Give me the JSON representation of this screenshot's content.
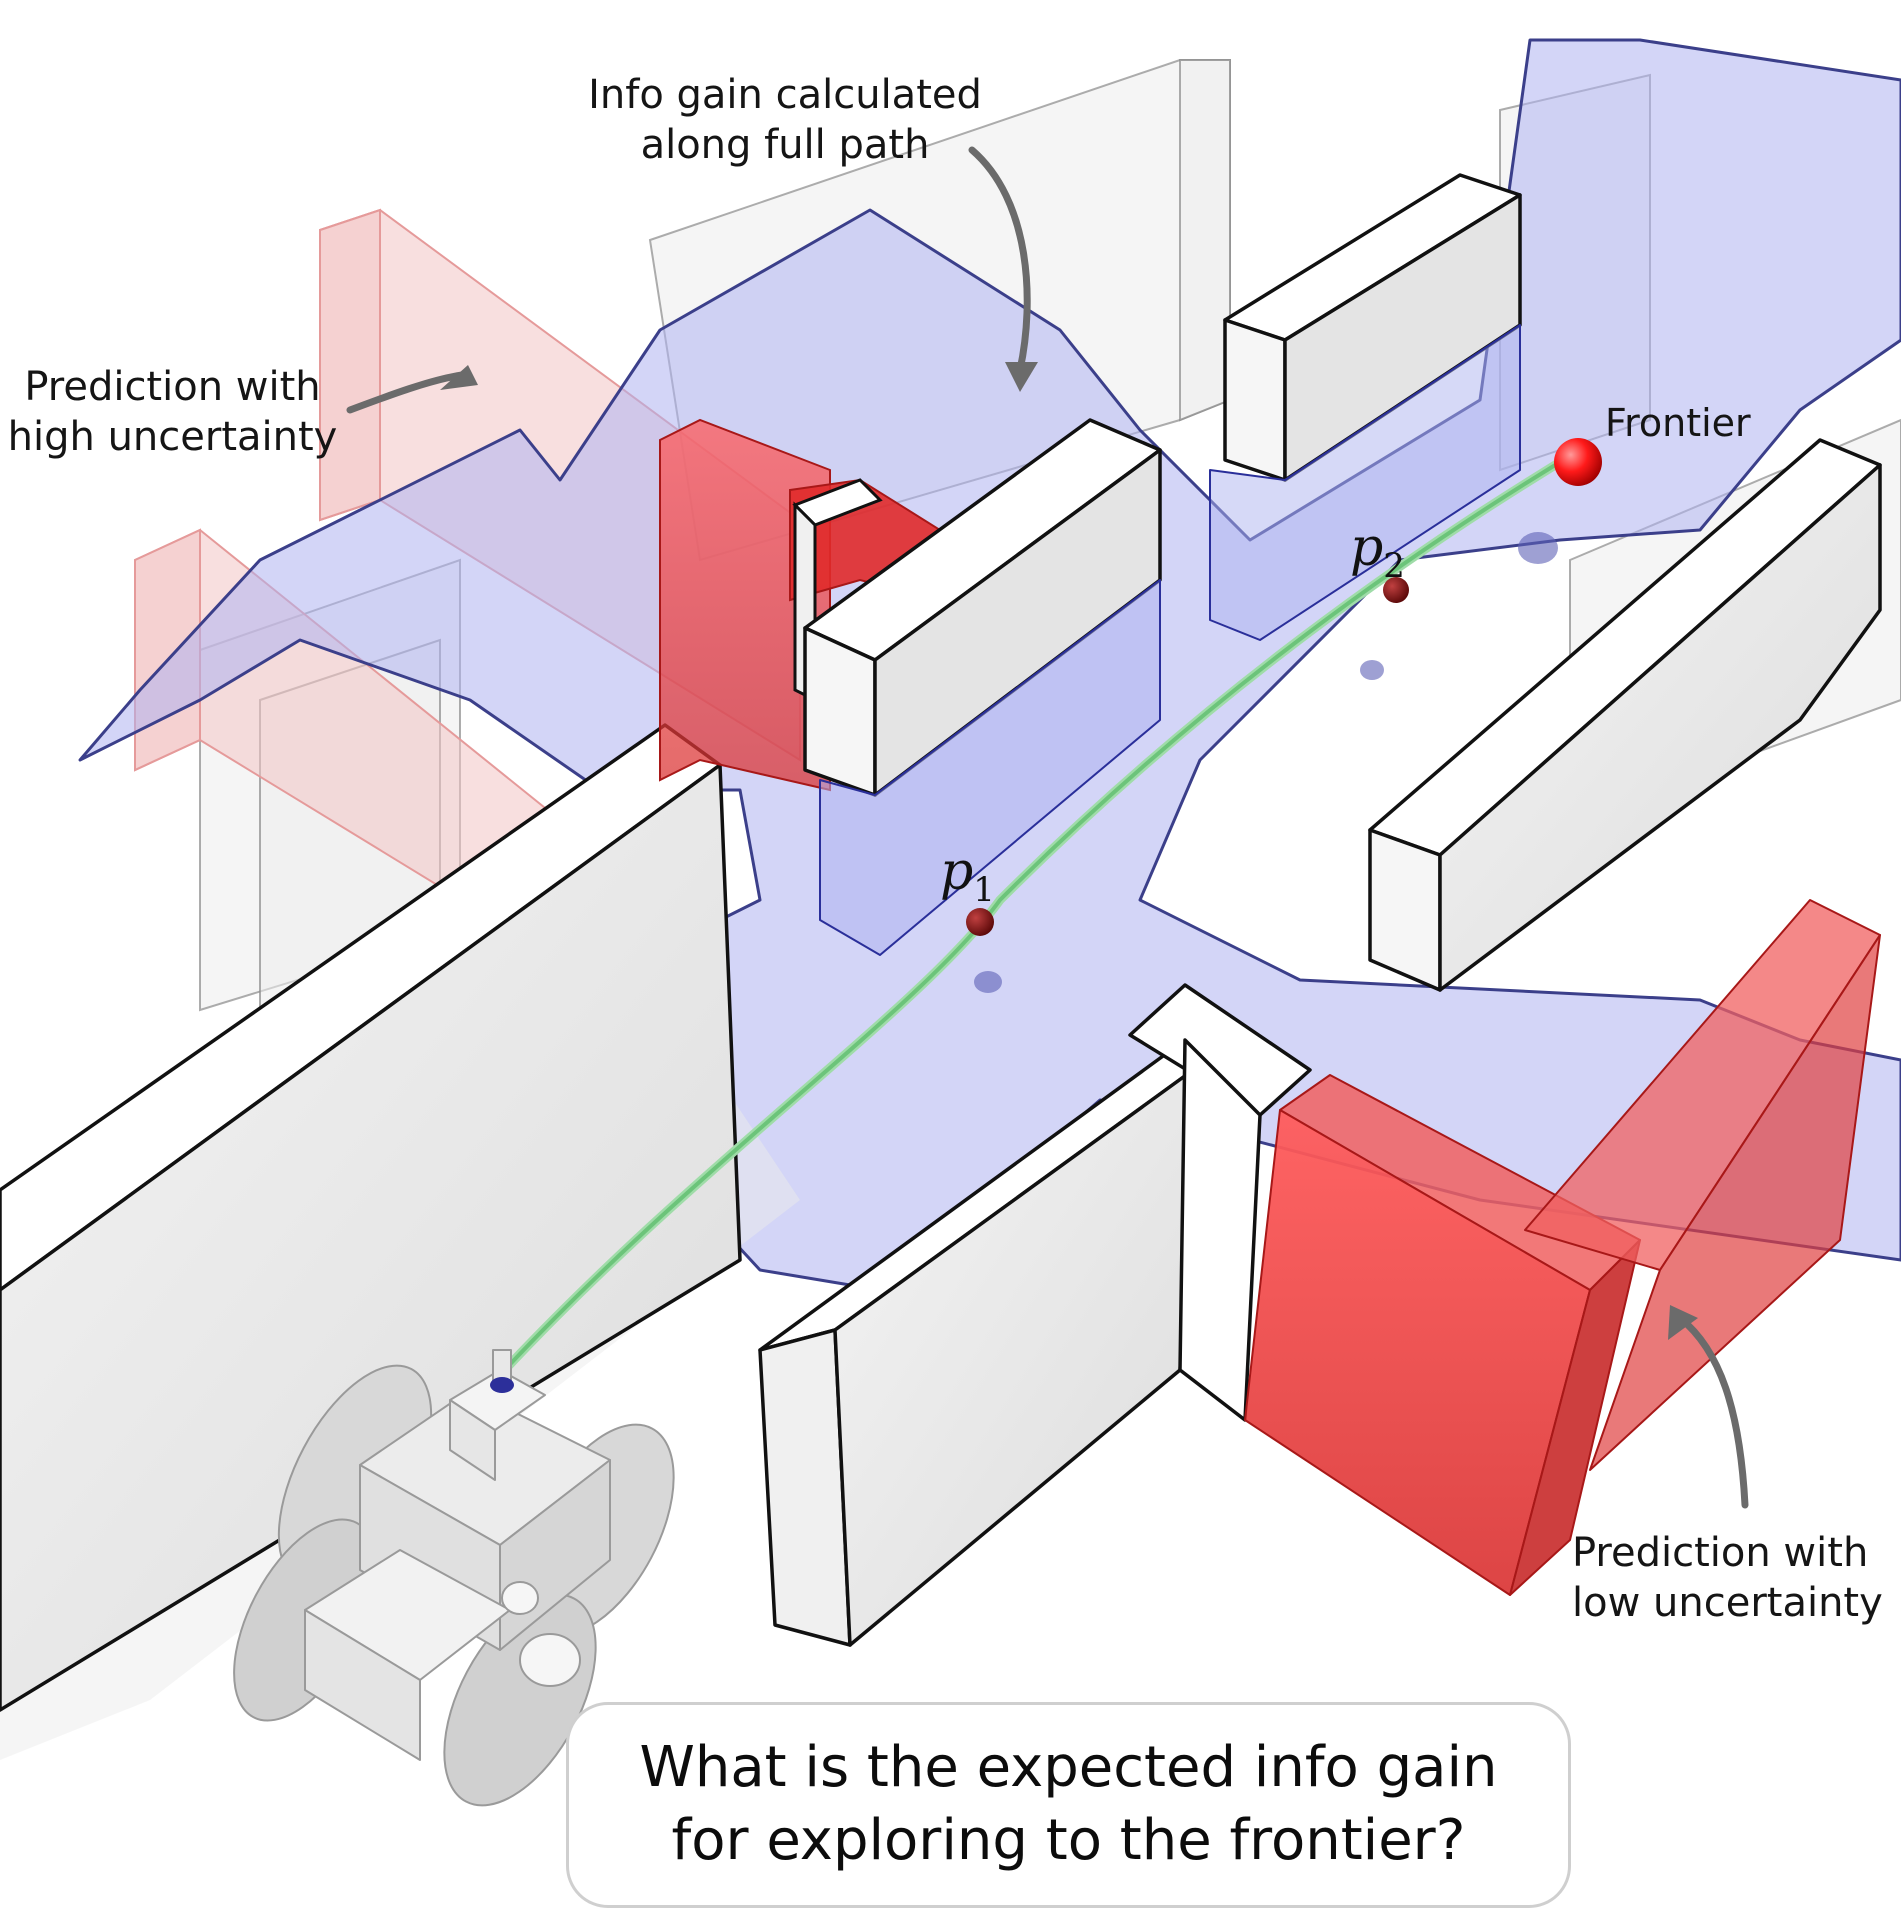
{
  "labels": {
    "info_gain": [
      "Info gain calculated",
      "along full path"
    ],
    "high_uncertainty": [
      "Prediction with",
      "high uncertainty"
    ],
    "low_uncertainty": [
      "Prediction with",
      "low uncertainty"
    ],
    "frontier": "Frontier",
    "p1": {
      "letter": "p",
      "sub": "1"
    },
    "p2": {
      "letter": "p",
      "sub": "2"
    }
  },
  "question": [
    "What is the expected info gain",
    "for exploring to the frontier?"
  ],
  "colors": {
    "field_of_view": "#b9bdf2",
    "field_of_view_edge": "#3b3f8a",
    "prediction": "#e84646",
    "prediction_faded": "#f2c6c6",
    "path": "#7fd08a",
    "waypoint": "#8a1414",
    "frontier": "#ff2020",
    "wall_top": "#ffffff",
    "wall_side": "#e6e6e6"
  }
}
